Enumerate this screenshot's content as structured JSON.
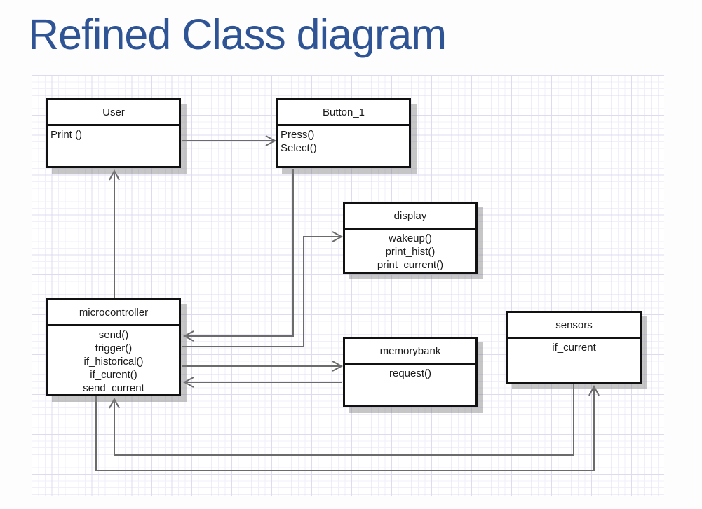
{
  "title": "Refined Class diagram",
  "diagram": {
    "nodes": {
      "user": {
        "name": "User",
        "methods": "Print ()"
      },
      "button1": {
        "name": "Button_1",
        "methods": "Press()\nSelect()"
      },
      "display": {
        "name": "display",
        "methods": "wakeup()\nprint_hist()\nprint_current()"
      },
      "microcontroller": {
        "name": "microcontroller",
        "methods": "send()\ntrigger()\nif_historical()\nif_curent()\nsend_current"
      },
      "memorybank": {
        "name": "memorybank",
        "methods": "request()"
      },
      "sensors": {
        "name": "sensors",
        "methods": "if_current"
      }
    },
    "edges": [
      {
        "from": "User",
        "to": "Button_1",
        "arrow_at": "Button_1 left side"
      },
      {
        "from": "Button_1",
        "to": "microcontroller",
        "arrow_at": "microcontroller right side"
      },
      {
        "from": "microcontroller",
        "to": "display",
        "arrow_at": "display left side"
      },
      {
        "from": "microcontroller",
        "to": "memorybank",
        "arrow_at": "memorybank left side"
      },
      {
        "from": "memorybank",
        "to": "microcontroller",
        "arrow_at": "microcontroller right side"
      },
      {
        "from": "microcontroller",
        "to": "User",
        "arrow_at": "User bottom side"
      },
      {
        "from": "sensors",
        "to": "microcontroller",
        "arrow_at": "microcontroller bottom side"
      },
      {
        "from": "microcontroller",
        "to": "sensors",
        "arrow_at": "sensors bottom side"
      }
    ],
    "colors": {
      "title_text": "#2f5496",
      "box_border": "#111111",
      "box_fill": "#ffffff",
      "connector_line": "#6b6b6b",
      "grid_line": "#dddbf0",
      "box_shadow": "#9a9a9a"
    }
  }
}
